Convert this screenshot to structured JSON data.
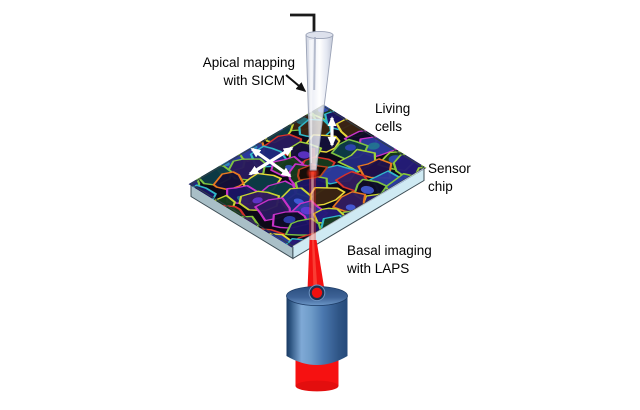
{
  "labels": {
    "apical": {
      "line1": "Apical mapping",
      "line2": "with SICM"
    },
    "living": {
      "line1": "Living",
      "line2": "cells"
    },
    "sensor": {
      "line1": "Sensor",
      "line2": "chip"
    },
    "basal": {
      "line1": "Basal imaging",
      "line2": "with LAPS"
    }
  },
  "colors": {
    "background": "#ffffff",
    "laser_red": "#f31111",
    "laser_red_dark": "#e30e0e",
    "objective_blue_highlight": "#7fa9d6",
    "objective_blue_mid": "#4a77ae",
    "objective_blue_dark": "#16365e",
    "chip_side_right": "#cfeaf3",
    "chip_side_left": "#a9bfc7",
    "chip_edge": "#324048",
    "pipette_glass": "#e8ebf4",
    "pipette_edge": "#9aa2b6",
    "wire_black": "#1a1a1a",
    "arrow_white": "#ffffff",
    "arrow_black": "#111111",
    "cell_background": "#0c0918",
    "contact_cell": "#170d08",
    "contact_cell_rim": "#b5431f"
  },
  "chip": {
    "cell_fills": [
      "#1b1464",
      "#241a78",
      "#2a1a5e",
      "#0e0b26",
      "#321c5e",
      "#1d2a7e",
      "#0d3b46",
      "#173a1c",
      "#20104a",
      "#2c3a9e",
      "#0a0a1c",
      "#3b2412",
      "#232a80",
      "#141038"
    ],
    "cell_borders": [
      "#7dc242",
      "#c8d430",
      "#e87820",
      "#d8322a",
      "#c832c8",
      "#e8d838",
      "#30b8c8",
      "#88c838",
      "#9dd03a"
    ],
    "nucleus_colors": [
      "#3a52d8",
      "#2e9cc8",
      "#4a66ee",
      "#20808e",
      "#6a3ae0",
      "#3547c8"
    ]
  }
}
